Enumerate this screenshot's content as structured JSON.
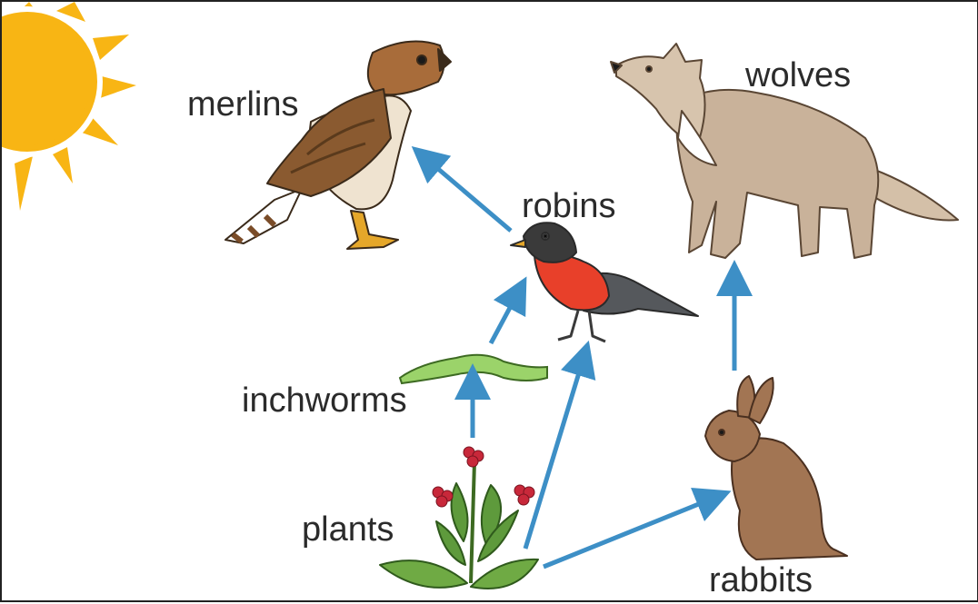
{
  "diagram": {
    "nodes": {
      "merlins": "merlins",
      "wolves": "wolves",
      "robins": "robins",
      "inchworms": "inchworms",
      "plants": "plants",
      "rabbits": "rabbits"
    },
    "edges": [
      {
        "from": "robins",
        "to": "merlins"
      },
      {
        "from": "inchworms",
        "to": "robins"
      },
      {
        "from": "plants",
        "to": "inchworms"
      },
      {
        "from": "plants",
        "to": "robins"
      },
      {
        "from": "plants",
        "to": "rabbits"
      },
      {
        "from": "rabbits",
        "to": "wolves"
      }
    ],
    "colors": {
      "arrow": "#3d8fc6",
      "sun": "#f8b514",
      "robin_breast": "#e8402a",
      "inchworm": "#9bd36a",
      "hawk": "#8a5a30",
      "wolf": "#c9b29a",
      "rabbit": "#a27553",
      "plant_leaf": "#5e9a3c",
      "berry": "#c8283a"
    }
  }
}
